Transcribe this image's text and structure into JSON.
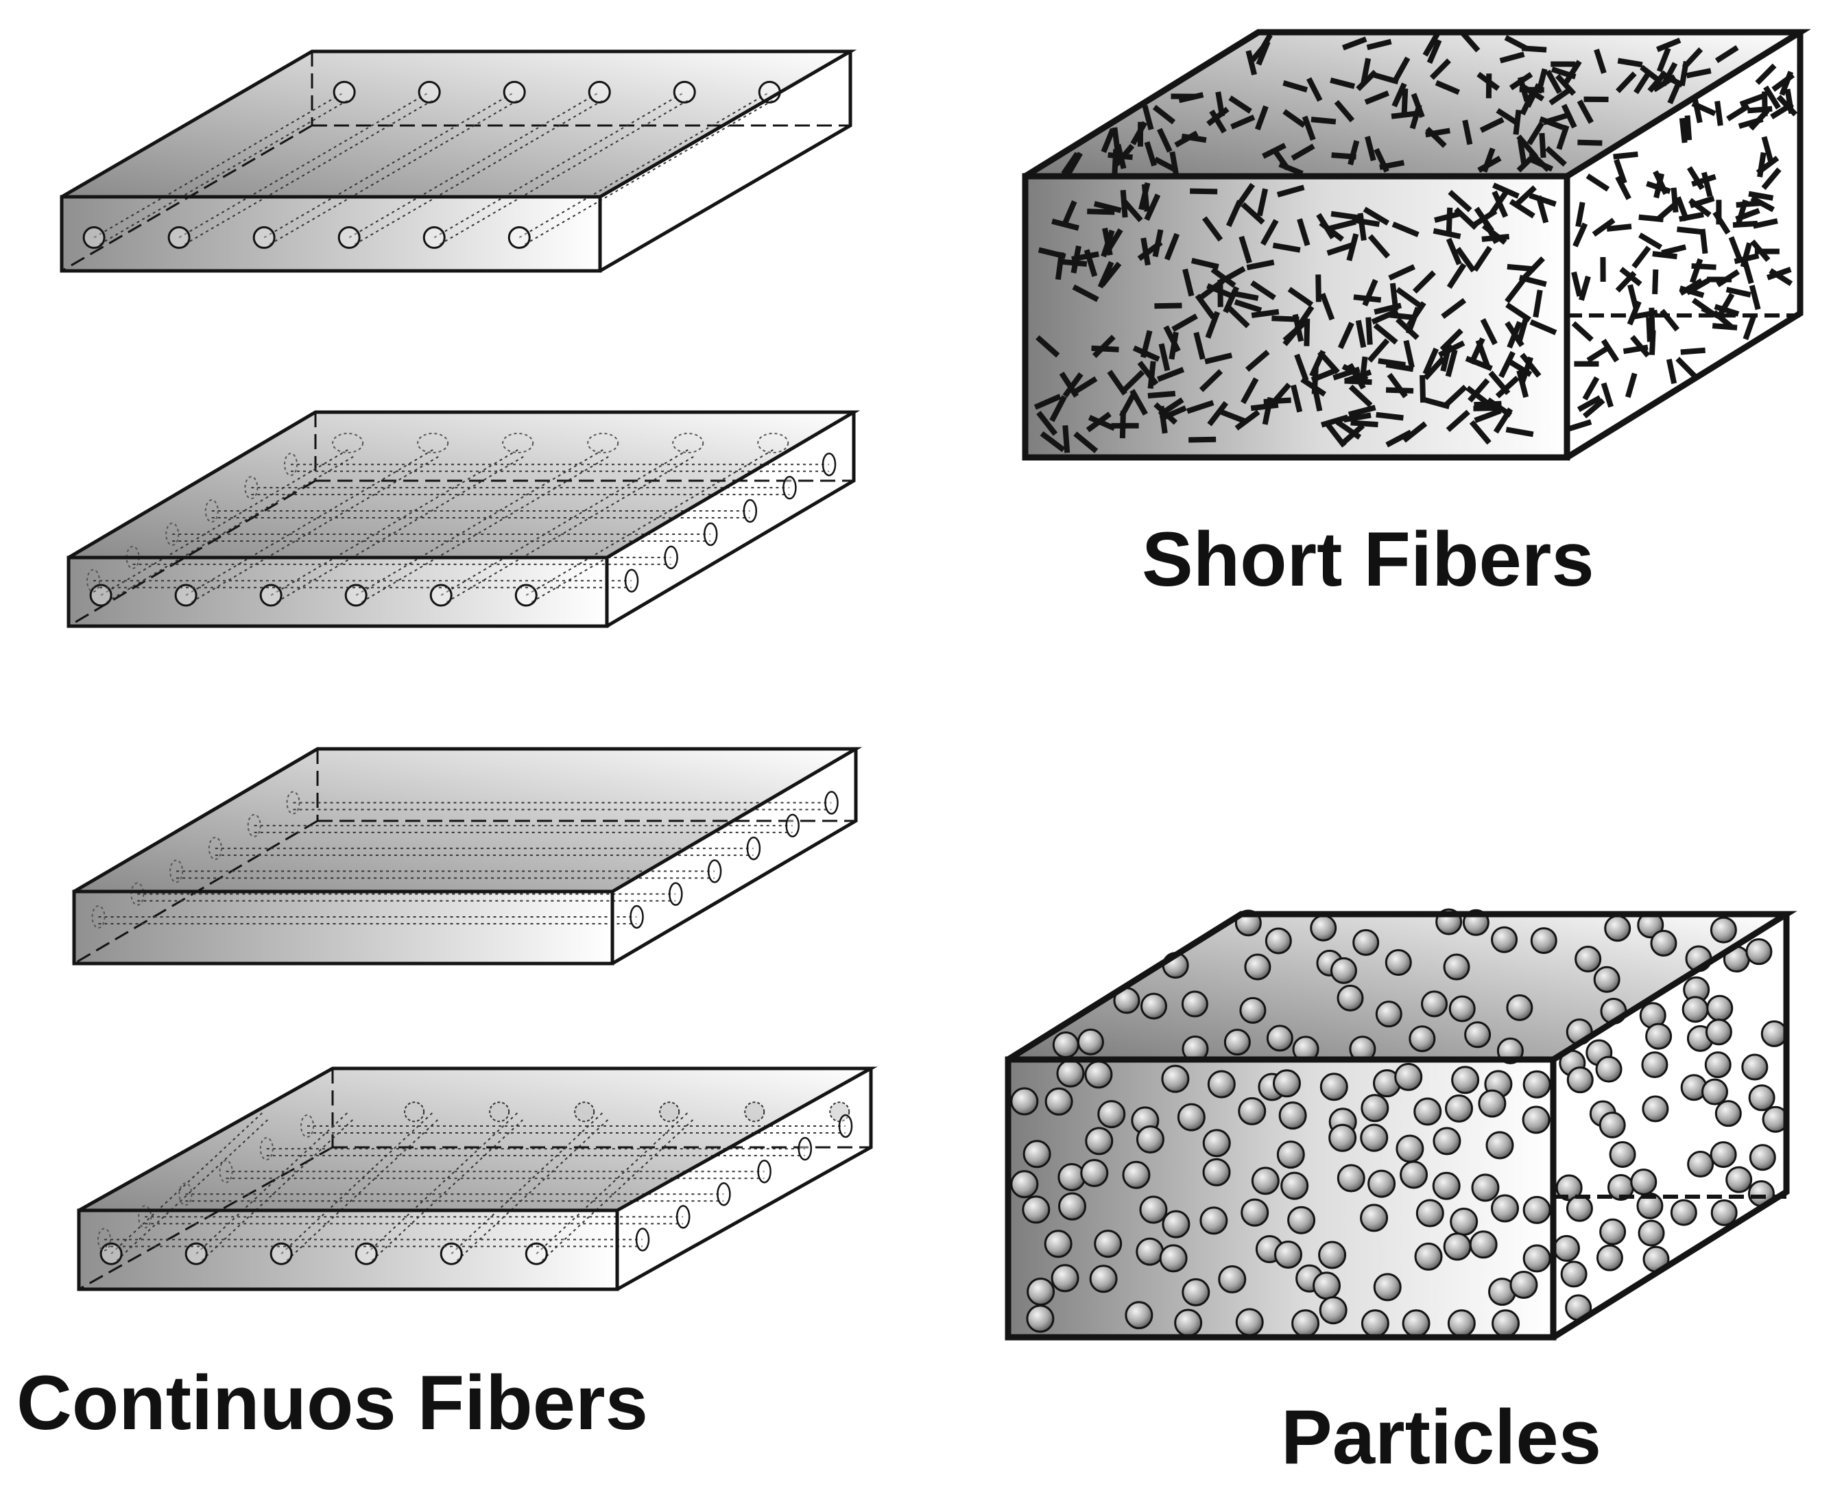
{
  "captions": {
    "continuous_fibers": "Continuos Fibers",
    "short_fibers": "Short Fibers",
    "particles": "Particles"
  },
  "colors": {
    "outline": "#141414",
    "shade_dark": "#8f8f8f",
    "shade_light": "#ffffff",
    "sphere_dark": "#5a5a5a",
    "sphere_light": "#f2f2f2"
  },
  "icons": {
    "laminae": "unidirectional, cross-ply and angle-ply fiber laminae",
    "short_fiber_block": "random short fiber composite block",
    "particle_block": "particulate composite block"
  }
}
